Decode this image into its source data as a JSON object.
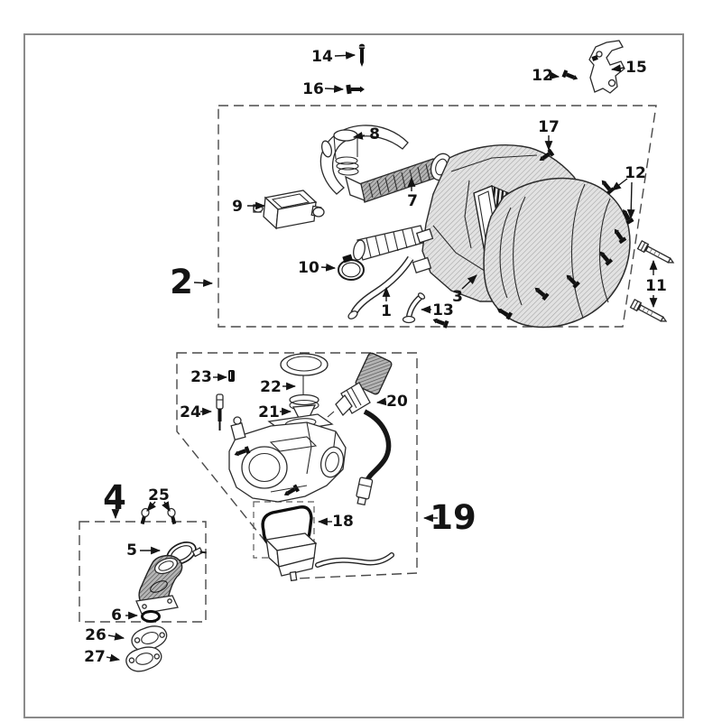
{
  "callouts": {
    "c1": "1",
    "c2": "2",
    "c3": "3",
    "c4": "4",
    "c5": "5",
    "c6": "6",
    "c7": "7",
    "c8": "8",
    "c9": "9",
    "c10": "10",
    "c11": "11",
    "c12a": "12",
    "c12b": "12",
    "c13": "13",
    "c14": "14",
    "c15": "15",
    "c16": "16",
    "c17": "17",
    "c18": "18",
    "c19": "19",
    "c20": "20",
    "c21": "21",
    "c22": "22",
    "c23": "23",
    "c24": "24",
    "c25": "25",
    "c26": "26",
    "c27": "27"
  },
  "colors": {
    "background": "#ffffff",
    "frame": "#8a8a8a",
    "line_art": "#2b2b2b",
    "callout_text": "#141414",
    "dashed_box": "#4a4a4a",
    "solid_black": "#111111"
  }
}
